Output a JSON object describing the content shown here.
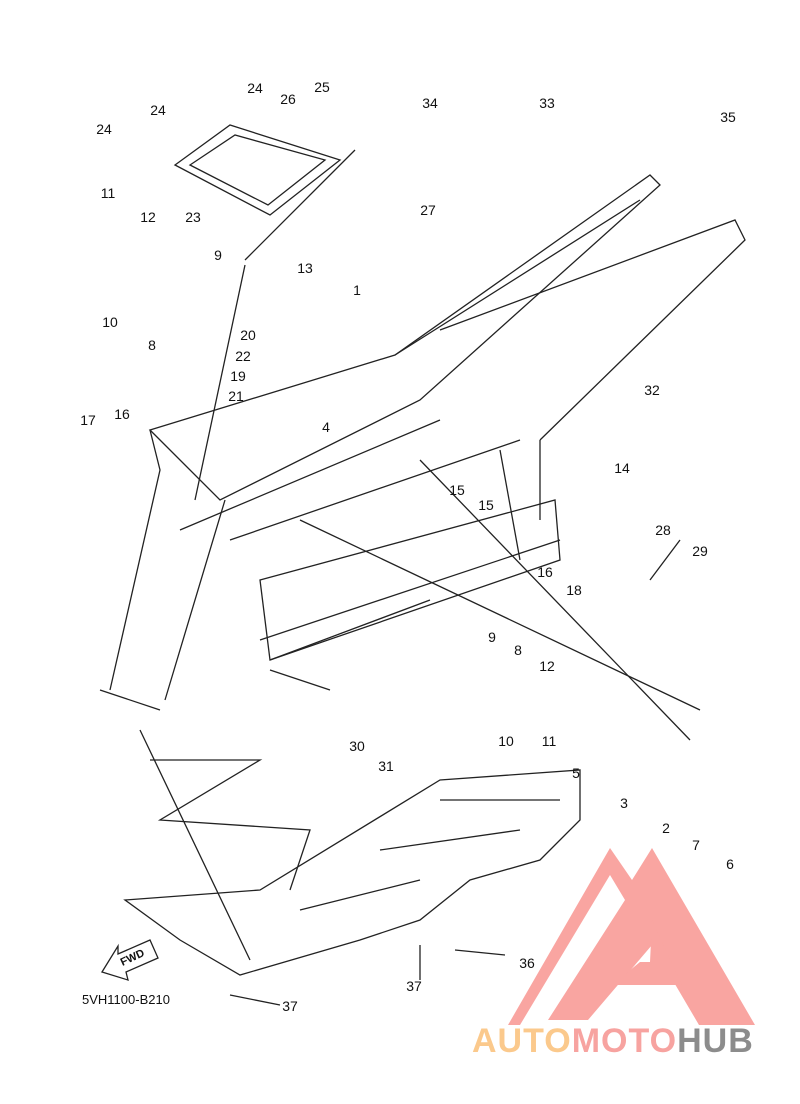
{
  "diagram": {
    "code": "5VH1100-B210",
    "fwd_label": "FWD",
    "part_labels": [
      "24",
      "25",
      "26",
      "24",
      "24",
      "23",
      "34",
      "33",
      "35",
      "11",
      "12",
      "9",
      "13",
      "27",
      "1",
      "10",
      "8",
      "20",
      "22",
      "19",
      "21",
      "17",
      "16",
      "4",
      "32",
      "14",
      "15",
      "15",
      "28",
      "29",
      "16",
      "18",
      "9",
      "8",
      "12",
      "10",
      "11",
      "30",
      "31",
      "5",
      "3",
      "2",
      "7",
      "6",
      "36",
      "37",
      "37"
    ]
  },
  "watermark": {
    "part1": "AUTO",
    "part2": "MOTO",
    "part3": "HUB",
    "colors": {
      "part1": "#fbc98c",
      "part2": "#f7a3a0",
      "part3": "#8c8c8c",
      "triangle": "#f9a5a1"
    }
  }
}
